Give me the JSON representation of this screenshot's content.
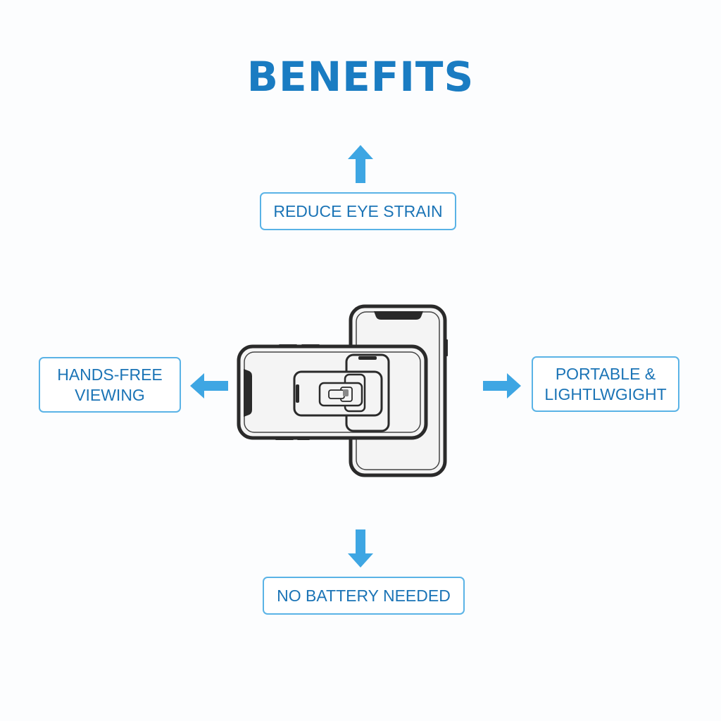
{
  "title": "BENEFITS",
  "benefits": {
    "top": {
      "lines": [
        "REDUCE EYE STRAIN"
      ]
    },
    "left": {
      "lines": [
        "HANDS-FREE",
        "VIEWING"
      ]
    },
    "right": {
      "lines": [
        "PORTABLE &",
        "LIGHTLWGIGHT"
      ]
    },
    "bottom": {
      "lines": [
        "NO BATTERY NEEDED"
      ]
    }
  },
  "colors": {
    "title": "#1a7cc2",
    "box_border": "#5ab3e6",
    "box_text": "#1b74b6",
    "arrow": "#3ea6e3",
    "phone_frame": "#2a2a2a",
    "phone_screen": "#f4f4f4"
  },
  "icons": {
    "center": "phones-stacked-icon",
    "arrows": [
      "arrow-up-icon",
      "arrow-left-icon",
      "arrow-right-icon",
      "arrow-down-icon"
    ]
  }
}
